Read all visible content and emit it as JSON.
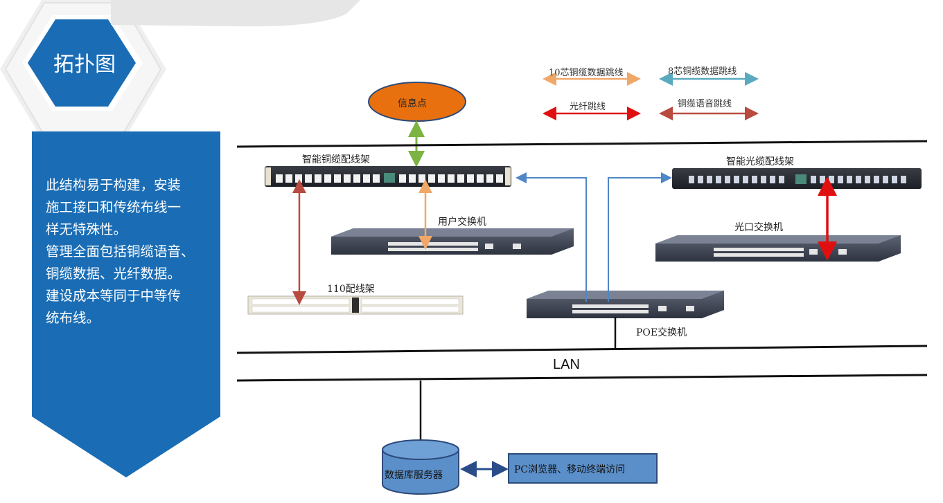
{
  "title": "拓扑图",
  "description_lines": [
    "此结构易于构建，安装",
    "施工接口和传统布线一",
    "样无特殊性。",
    "管理全面包括铜缆语音、",
    "铜缆数据、光纤数据。",
    "建设成本等同于中等传",
    "统布线。"
  ],
  "legend": {
    "copper10": "10芯铜缆数据跳线",
    "copper8": "8芯铜缆数据跳线",
    "fiber": "光纤跳线",
    "voice": "铜缆语音跳线"
  },
  "legend_colors": {
    "copper10": "#f0a868",
    "copper8": "#5aaabf",
    "fiber": "#e01010",
    "voice": "#b84a40"
  },
  "nodes": {
    "info_point": "信息点",
    "copper_panel": "智能铜缆配线架",
    "fiber_panel": "智能光缆配线架",
    "user_switch": "用户交换机",
    "fiber_switch": "光口交换机",
    "panel_110": "110配线架",
    "poe_switch": "POE交换机",
    "lan": "LAN",
    "db_server": "数据库服务器",
    "pc_access": "PC浏览器、移动终端访问"
  },
  "colors": {
    "accent_blue": "#1a6db5",
    "info_orange": "#e8700f",
    "link_green": "#7cb342",
    "link_blue": "#4f86c6"
  }
}
